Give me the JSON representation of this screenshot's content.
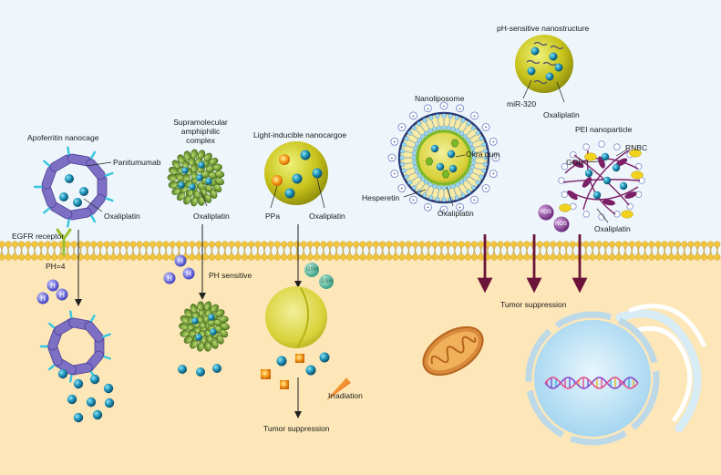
{
  "colors": {
    "background_top": "#eef6fb",
    "cytoplasm": "#fde7b8",
    "membrane_head": "#f2c53d",
    "apoferritin": "#7c6fc4",
    "panitumumab": "#37c6df",
    "drug_sphere": "#1f93b8",
    "supramolecular": "#6c9b2c",
    "nanocargo": "#c9c31b",
    "ppa": "#f59a18",
    "liposome_ring": "#2b3a7a",
    "okra_gum": "#7ab929",
    "pei_strand": "#7b1f66",
    "god": "#f1d21d",
    "ros": "#7a3a8a",
    "gsh": "#3da089",
    "proton": "#5757d8",
    "mitochondrion": "#d98a3c",
    "nucleus": "#bfe3f6",
    "arrow": "#6b1338"
  },
  "icons": {
    "receptor": "egfr-receptor-icon",
    "mitochondrion": "mitochondrion-icon",
    "nucleus": "nucleus-icon",
    "dna": "dna-helix-icon",
    "irradiation": "light-beam-icon"
  },
  "labels": {
    "apoferritin_nanocage": "Apoferritin nanocage",
    "panitumumab": "Panitumumab",
    "apoferritin_oxaliplatin": "Oxaliplatin",
    "egfr_receptor": "EGFR receptor",
    "ph4": "PH=4",
    "supramolecular": "Supramolecular amphiphilic complex",
    "supramolecular_oxaliplatin": "Oxaliplatin",
    "ph_sensitive": "PH sensitive",
    "light_inducible": "Light-inducible nanocargoe",
    "ppa": "PPa",
    "cargo_oxaliplatin": "Oxaliplatin",
    "gsh_1": "GSH",
    "gsh_2": "GSH",
    "irradiation": "Irradiation",
    "tumor_suppression_1": "Tumor suppression",
    "nanoliposome": "Nanoliposome",
    "okra_gum": "Okra gum",
    "hesperetin": "Hesperetin",
    "liposome_oxaliplatin": "Oxaliplatin",
    "ph_nanostructure": "pH-sensitive nanostructure",
    "mir320": "miR-320",
    "nano_oxaliplatin": "Oxaliplatin",
    "pei_nanoparticle": "PEI nanoparticle",
    "rnbc": "RNBC",
    "god": "GOD",
    "pei_oxaliplatin": "Oxaliplatin",
    "ros_1": "ROS",
    "ros_2": "ROS",
    "tumor_suppression_2": "Tumor suppression",
    "proton": "H"
  }
}
